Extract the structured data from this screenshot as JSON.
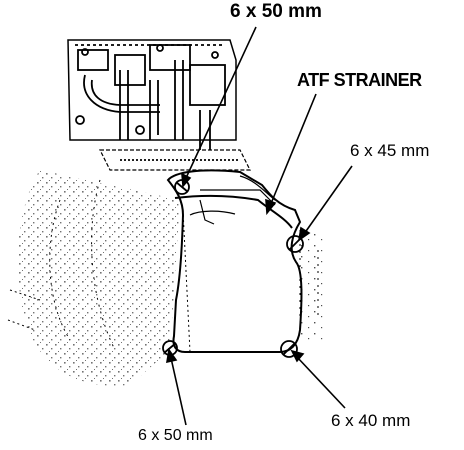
{
  "diagram": {
    "labels": {
      "bolt_top": "6 x 50 mm",
      "strainer": "ATF STRAINER",
      "bolt_right_upper": "6 x 45 mm",
      "bolt_right_lower": "6 x 40 mm",
      "bolt_bottom": "6 x 50 mm"
    },
    "colors": {
      "ink": "#000000",
      "paper": "#ffffff"
    }
  }
}
